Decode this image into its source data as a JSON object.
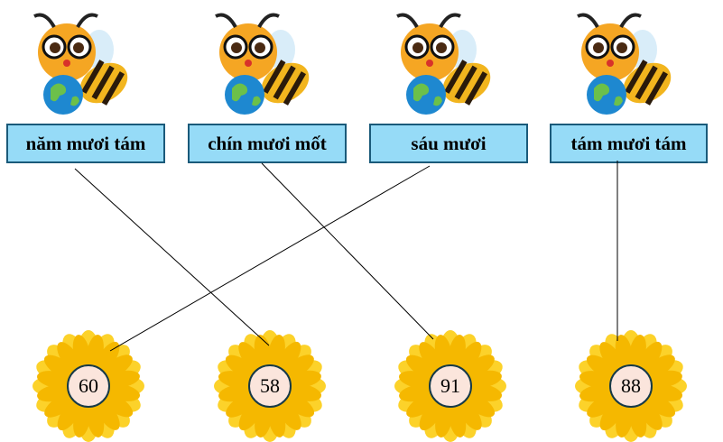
{
  "words": [
    {
      "label": "năm mươi tám"
    },
    {
      "label": "chín mươi mốt"
    },
    {
      "label": "sáu mươi"
    },
    {
      "label": "tám mươi tám"
    }
  ],
  "numbers": [
    {
      "label": "60"
    },
    {
      "label": "58"
    },
    {
      "label": "91"
    },
    {
      "label": "88"
    }
  ],
  "matches": [
    [
      "năm mươi tám",
      "58"
    ],
    [
      "chín mươi mốt",
      "91"
    ],
    [
      "sáu mươi",
      "60"
    ],
    [
      "tám mươi tám",
      "88"
    ]
  ],
  "colors": {
    "box": "#96dbf7",
    "border": "#1a5a7a",
    "petal": "#f7c20f",
    "circle": "#fbe5dc"
  }
}
